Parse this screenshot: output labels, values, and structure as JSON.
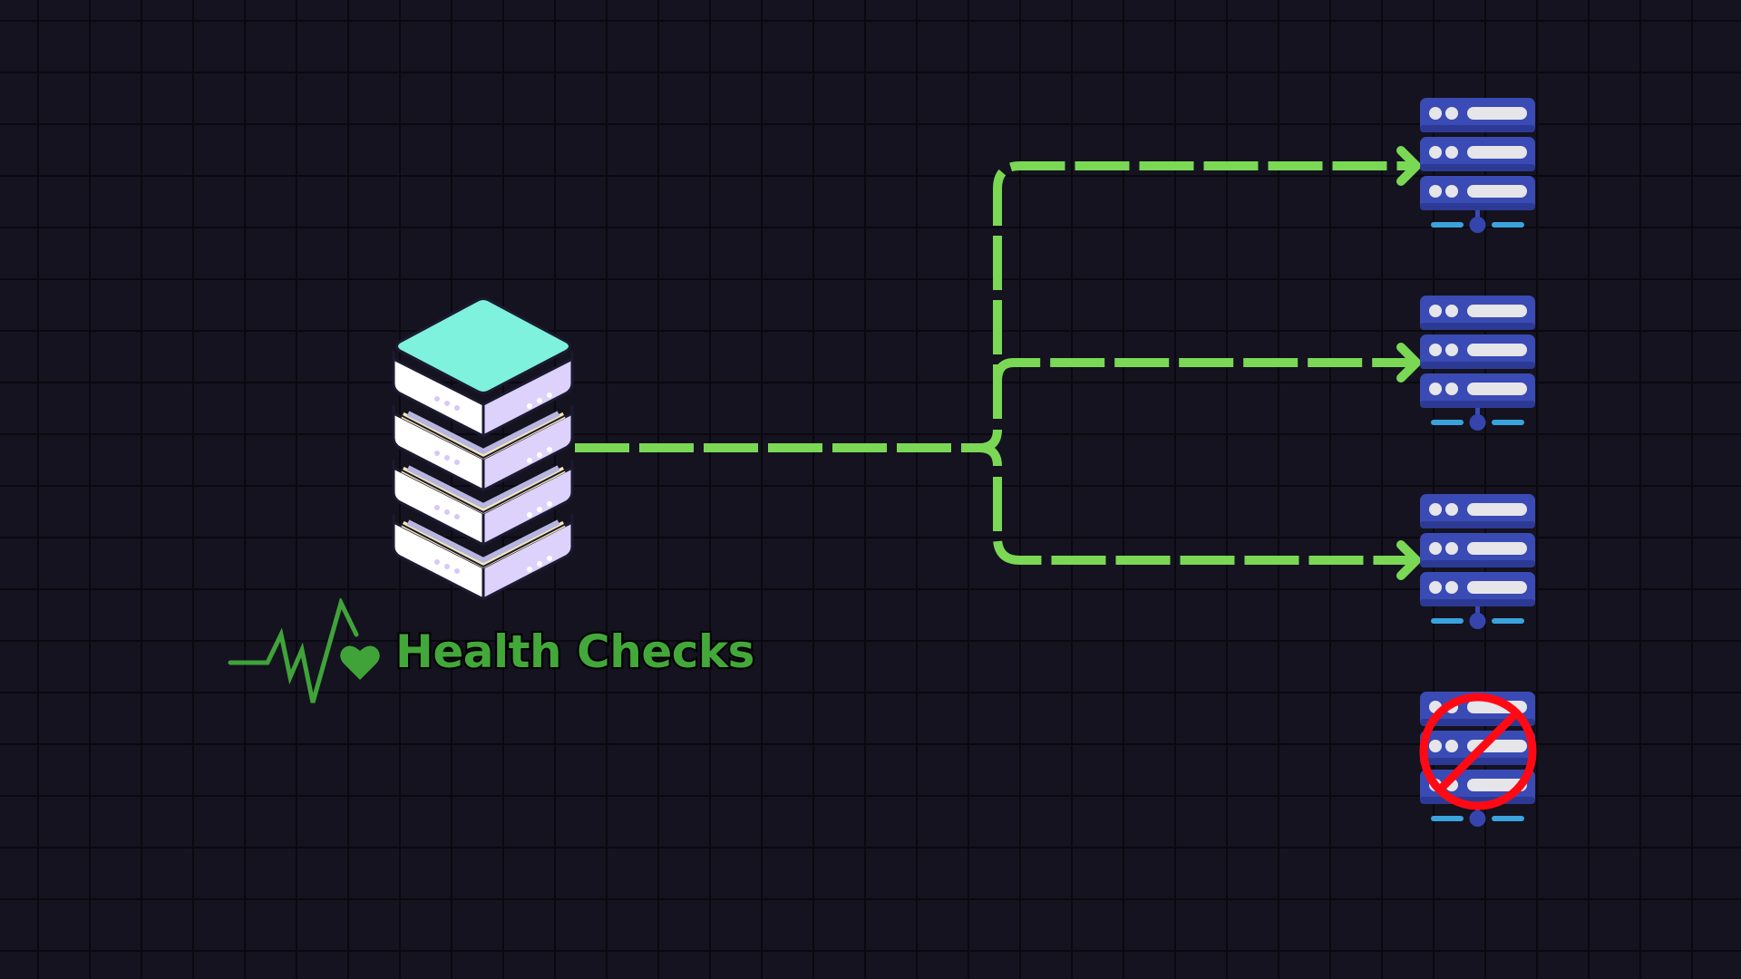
{
  "diagram": {
    "title": "Health Checks",
    "colors": {
      "background": "#14131f",
      "grid": "#0a0910",
      "connector": "#7ad855",
      "label": "#43a83a",
      "server_body": "#3a4bb5",
      "server_led": "#e6e6ea",
      "server_base": "#3aa3dd",
      "down_marker": "#ff0a14",
      "lb_top": "#7ef2dc",
      "lb_side_left": "#ffffff",
      "lb_side_right": "#ddd2fb"
    },
    "load_balancer": {
      "icon": "stacked-server-icon",
      "label": "Health Checks",
      "label_icon": "heartbeat-icon"
    },
    "backends": [
      {
        "id": "server-1",
        "status": "healthy",
        "icon": "server-rack-icon"
      },
      {
        "id": "server-2",
        "status": "healthy",
        "icon": "server-rack-icon"
      },
      {
        "id": "server-3",
        "status": "healthy",
        "icon": "server-rack-icon"
      },
      {
        "id": "server-4",
        "status": "unhealthy",
        "icon": "server-rack-icon",
        "overlay_icon": "prohibited-icon"
      }
    ],
    "connections": [
      {
        "from": "load_balancer",
        "to": "server-1",
        "style": "dashed-arrow"
      },
      {
        "from": "load_balancer",
        "to": "server-2",
        "style": "dashed-arrow"
      },
      {
        "from": "load_balancer",
        "to": "server-3",
        "style": "dashed-arrow"
      }
    ]
  }
}
